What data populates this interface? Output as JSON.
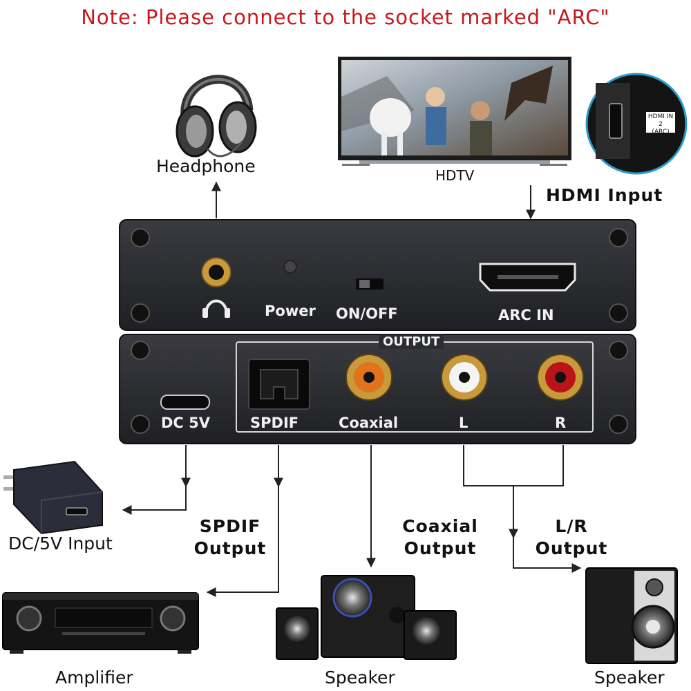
{
  "note": "Note: Please connect to the socket marked \"ARC\"",
  "devices": {
    "headphone": "Headphone",
    "hdtv": "HDTV",
    "hdmi_port_tag": [
      "HDMI IN 2",
      "(ARC)"
    ],
    "dc_input": "DC/5V Input",
    "amplifier": "Amplifier",
    "speaker_center": "Speaker",
    "speaker_right": "Speaker"
  },
  "signals": {
    "hdmi_input": "HDMI Input",
    "spdif_output": [
      "SPDIF",
      "Output"
    ],
    "coaxial_output": [
      "Coaxial",
      "Output"
    ],
    "lr_output": [
      "L/R",
      "Output"
    ]
  },
  "front_panel": {
    "power": "Power",
    "on_off": "ON/OFF",
    "arc_in": "ARC IN"
  },
  "back_panel": {
    "output_group": "OUTPUT",
    "dc_5v": "DC 5V",
    "spdif": "SPDIF",
    "coaxial": "Coaxial",
    "left": "L",
    "right": "R"
  },
  "colors": {
    "note_red": "#c8171b",
    "panel_dark": "#2b2c30",
    "coax_orange": "#e0731c",
    "rca_red": "#b8141a",
    "rca_white": "#f4f4f4"
  }
}
